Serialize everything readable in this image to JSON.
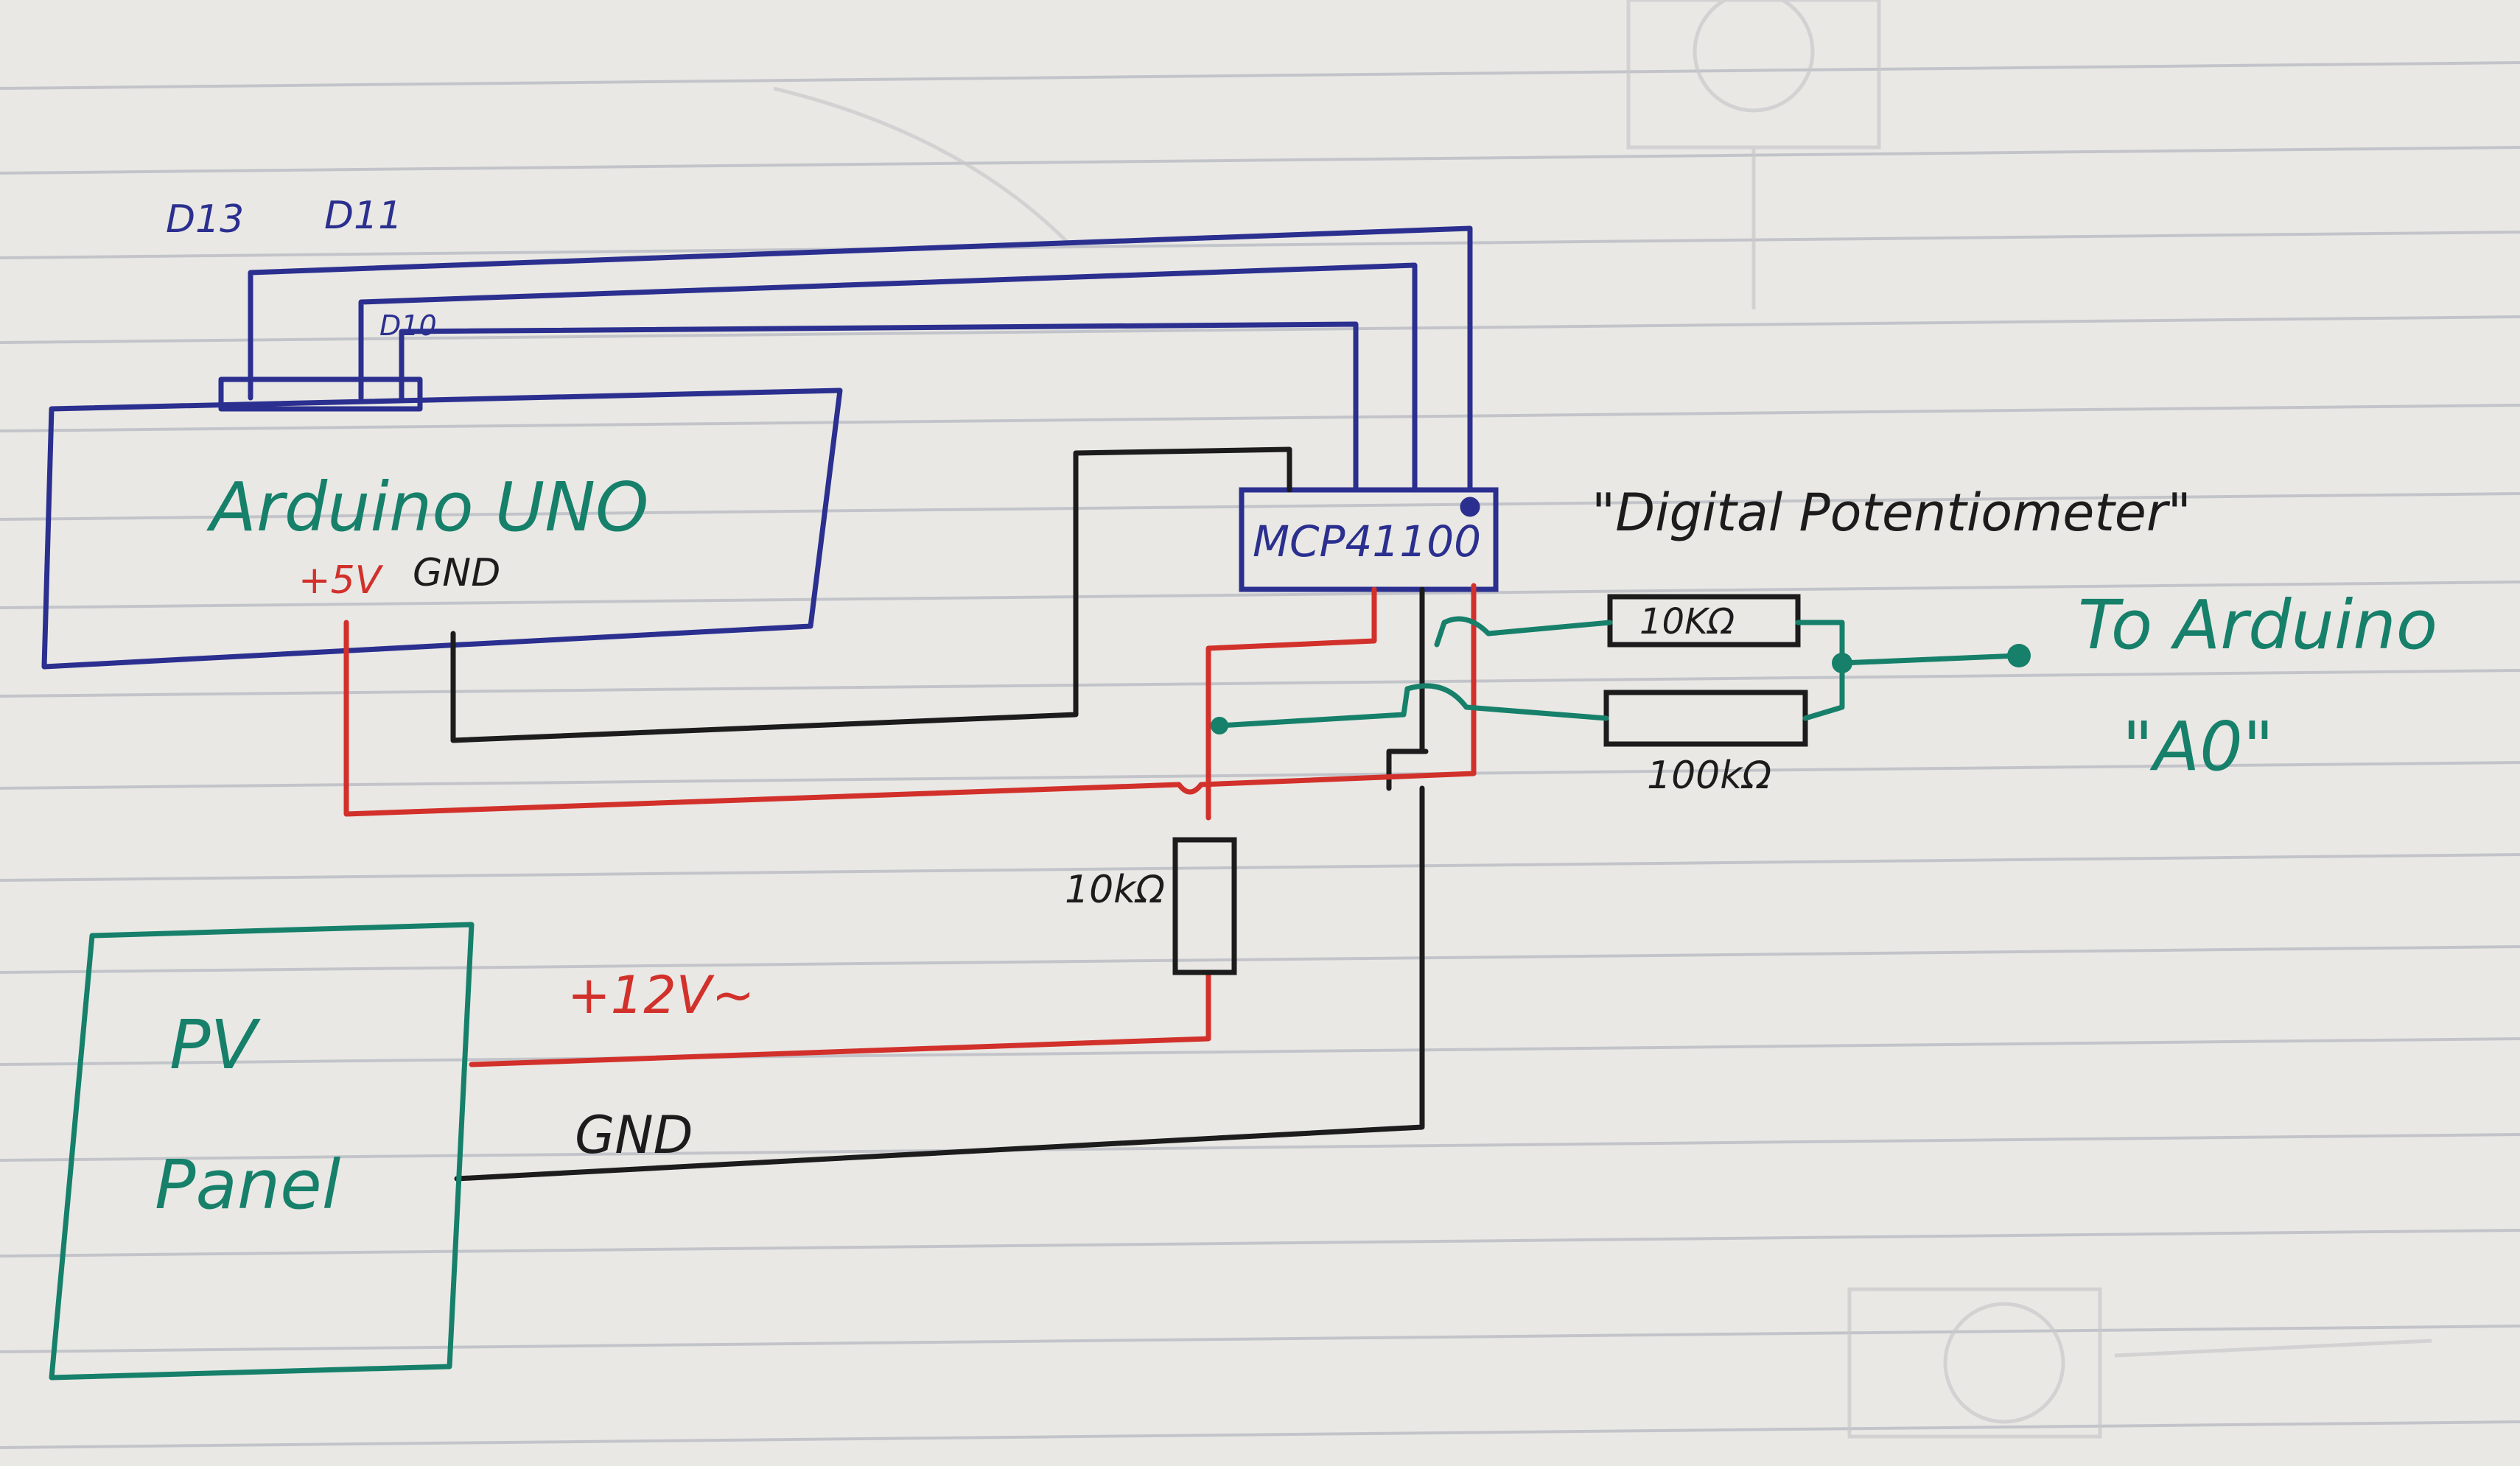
{
  "arduino": {
    "name": "Arduino UNO",
    "pin_d13": "D13",
    "pin_d11": "D11",
    "pin_d10": "D10",
    "pin_5v": "+5V",
    "pin_gnd": "GND"
  },
  "chip": {
    "name": "MCP41100"
  },
  "digital_pot_note": "\"Digital Potentiometer\"",
  "resistors": {
    "r_10k_top": "10KΩ",
    "r_100k": "100kΩ",
    "r_10k_divider": "10kΩ"
  },
  "pv_panel": {
    "line1": "PV",
    "line2": "Panel"
  },
  "supply": {
    "label_12v": "+12V~",
    "label_gnd": "GND"
  },
  "output": {
    "line1": "To Arduino",
    "line2": "\"A0\""
  },
  "colors": {
    "paper": "#e9e8e4",
    "rule_line": "#b9bcc4",
    "blue_ink": "#2b2f8f",
    "red_ink": "#d2302b",
    "green_ink": "#16806a",
    "black_ink": "#1c1c1c"
  }
}
